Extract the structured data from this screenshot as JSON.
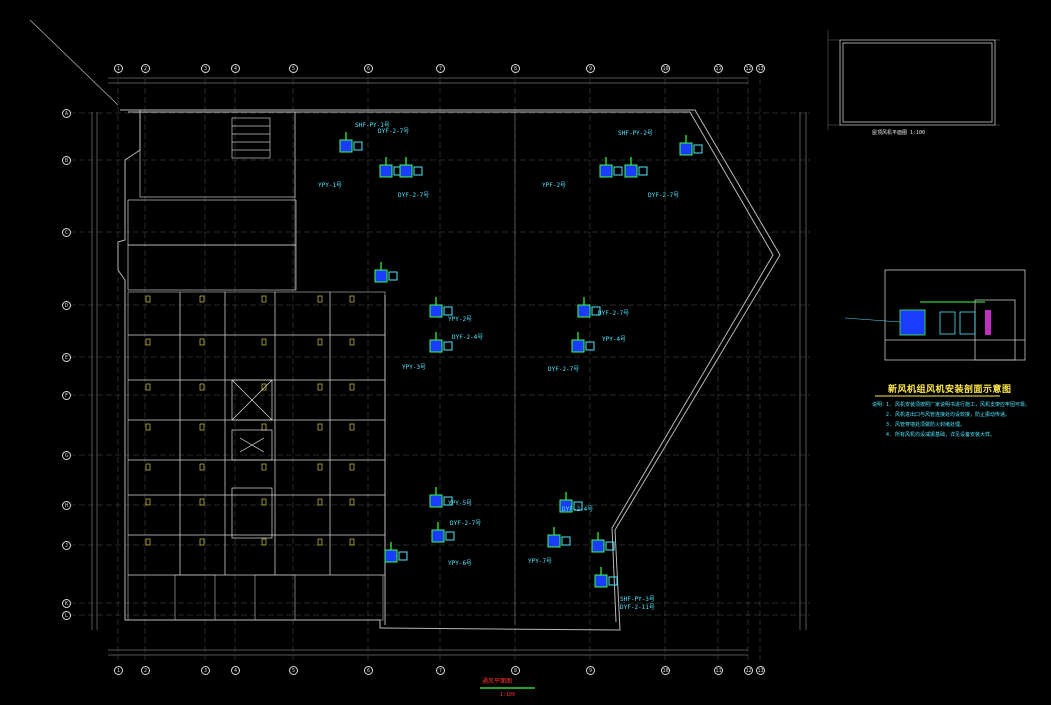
{
  "drawing": {
    "plan_title": "通风平面图",
    "plan_scale": "1:100",
    "detail_title": "新风机组风机安装剖面示意图",
    "roof_plan_label": "屋顶风机平面图 1:100",
    "notes_label": "说明：",
    "notes": [
      "1. 风机安装须按照厂家说明书进行施工，风机支架应牢固可靠。",
      "2. 风机进出口与风管连接处均设软接，防止振动传递。",
      "3. 风管穿墙处须做防火封堵处理。",
      "4. 所有风机均设减振基础，详见设备安装大样。"
    ]
  },
  "grid_top": [
    "1",
    "2",
    "3",
    "4",
    "5",
    "6",
    "7",
    "8",
    "9",
    "10",
    "11",
    "12",
    "13"
  ],
  "grid_left": [
    "A",
    "B",
    "C",
    "D",
    "E",
    "F",
    "G",
    "H",
    "J",
    "K",
    "L"
  ],
  "equipment_tags": [
    {
      "id": "t1",
      "text": "SHF-PY-1号"
    },
    {
      "id": "t2",
      "text": "DYF-2-7号"
    },
    {
      "id": "t3",
      "text": "YPY-1号"
    },
    {
      "id": "t4",
      "text": "DYF-2-7号"
    },
    {
      "id": "t5",
      "text": "SHF-PY-2号"
    },
    {
      "id": "t6",
      "text": "YPF-2号"
    },
    {
      "id": "t7",
      "text": "DYF-2-7号"
    },
    {
      "id": "t8",
      "text": "YPY-2号"
    },
    {
      "id": "t9",
      "text": "DYF-2-4号"
    },
    {
      "id": "t10",
      "text": "YPY-3号"
    },
    {
      "id": "t11",
      "text": "DYF-2-7号"
    },
    {
      "id": "t12",
      "text": "YPY-4号"
    },
    {
      "id": "t13",
      "text": "DYF-2-7号"
    },
    {
      "id": "t14",
      "text": "YPY-5号"
    },
    {
      "id": "t15",
      "text": "DYF-2-7号"
    },
    {
      "id": "t16",
      "text": "YPY-6号"
    },
    {
      "id": "t17",
      "text": "DYF-2-4号"
    },
    {
      "id": "t18",
      "text": "YPY-7号"
    },
    {
      "id": "t19",
      "text": "SHF-PY-3号"
    },
    {
      "id": "t20",
      "text": "DYF-2-11号"
    }
  ],
  "colors": {
    "background": "#000000",
    "wall": "#b8b8b8",
    "duct": "#3cff3c",
    "fan": "#3a6bff",
    "annotation": "#4fe6ff",
    "title": "#ffe94a",
    "red": "#ff3030"
  }
}
